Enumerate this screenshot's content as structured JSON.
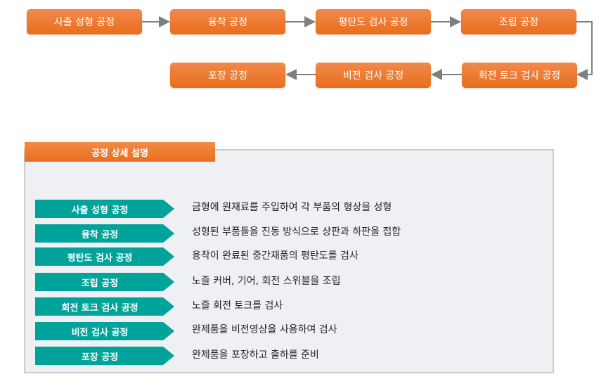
{
  "flow": {
    "steps": [
      "사출 성형 공정",
      "융착 공정",
      "평탄도 검사 공정",
      "조립 공정",
      "회전 토크 검사 공정",
      "비전 검사 공정",
      "포장 공정"
    ]
  },
  "details": {
    "title": "공정 상세 설명",
    "rows": [
      {
        "label": "사출 성형 공정",
        "desc": "금형에 원재료를 주입하여 각 부품의 형상을 성형"
      },
      {
        "label": "융착 공정",
        "desc": "성형된 부품들을 진동 방식으로 상판과 하판을 접합"
      },
      {
        "label": "평탄도 검사 공정",
        "desc": "융착이 완료된 중간재품의 평탄도를 검사"
      },
      {
        "label": "조립 공정",
        "desc": "노즐 커버, 기어, 회전 스위블을 조립"
      },
      {
        "label": "회전 토크 검사 공정",
        "desc": "노즐 회전 토크를 검사"
      },
      {
        "label": "비전 검사 공정",
        "desc": "완제품을 비전영상을 사용하여 검사"
      },
      {
        "label": "포장 공정",
        "desc": "완제품을 포장하고 출하를 준비"
      }
    ]
  }
}
